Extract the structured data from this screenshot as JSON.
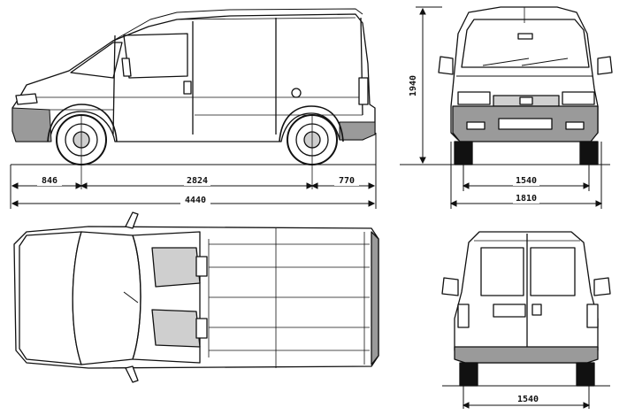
{
  "dimensions": {
    "front_overhang": "846",
    "wheelbase": "2824",
    "rear_overhang": "770",
    "overall_length": "4440",
    "overall_height": "1940",
    "front_track": "1540",
    "overall_width": "1810",
    "rear_track": "1540"
  },
  "colors": {
    "ink": "#111111",
    "paper": "#ffffff",
    "shade": "#9a9a9a",
    "light_shade": "#cfcfcf"
  }
}
